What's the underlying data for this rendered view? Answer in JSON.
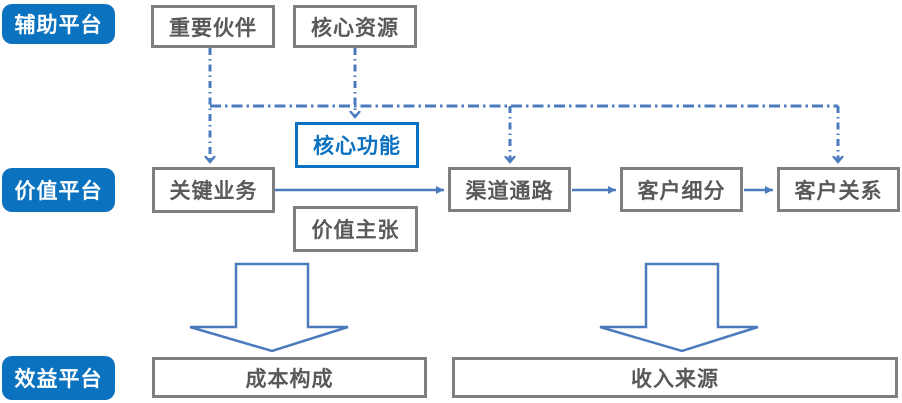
{
  "platform_labels": {
    "auxiliary": "辅助平台",
    "value": "价值平台",
    "benefit": "效益平台"
  },
  "boxes": {
    "important_partners": "重要伙伴",
    "core_resources": "核心资源",
    "core_functions": "核心功能",
    "key_business": "关键业务",
    "value_proposition": "价值主张",
    "channels": "渠道通路",
    "customer_segments": "客户细分",
    "customer_relations": "客户关系",
    "cost_structure": "成本构成",
    "revenue_streams": "收入来源"
  },
  "colors": {
    "platform_label_bg": "#0b72c0",
    "platform_label_text": "#ffffff",
    "box_border_gray": "#7f7f7f",
    "box_text_gray": "#595959",
    "core_functions_blue": "#0a70c0",
    "connector_blue": "#4b7bbd",
    "background": "#ffffff"
  },
  "connections": [
    {
      "from": "important_partners",
      "to": "key_business",
      "style": "dash-dot-arrow"
    },
    {
      "from": "core_resources",
      "to": "core_functions",
      "style": "dash-dot-arrow"
    },
    {
      "from": "important_partners",
      "to": "channels",
      "style": "dash-dot-arrow"
    },
    {
      "from": "important_partners",
      "to": "customer_relations",
      "style": "dash-dot-arrow"
    },
    {
      "from": "key_business",
      "to": "channels",
      "style": "solid-arrow"
    },
    {
      "from": "channels",
      "to": "customer_segments",
      "style": "solid-arrow"
    },
    {
      "from": "customer_segments",
      "to": "customer_relations",
      "style": "solid-arrow"
    },
    {
      "from": "value_row_left",
      "to": "cost_structure",
      "style": "block-down-arrow"
    },
    {
      "from": "value_row_right",
      "to": "revenue_streams",
      "style": "block-down-arrow"
    }
  ]
}
